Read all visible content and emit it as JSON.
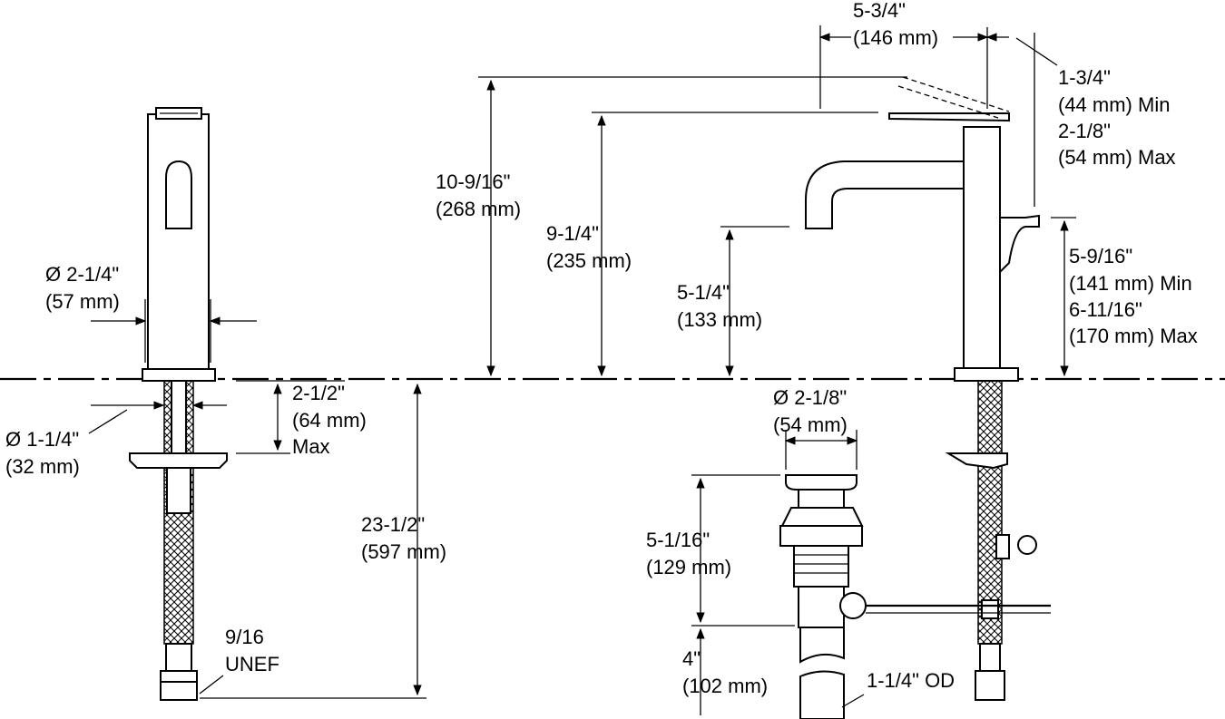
{
  "labels": {
    "spout_reach": [
      "5-3/4\"",
      "(146 mm)"
    ],
    "handle_clearance": [
      "1-3/4\"",
      "(44 mm) Min",
      "2-1/8\"",
      "(54 mm) Max"
    ],
    "overall_height": [
      "10-9/16\"",
      "(268 mm)"
    ],
    "spout_height": [
      "9-1/4\"",
      "(235 mm)"
    ],
    "spout_outlet_height": [
      "5-1/4\"",
      "(133 mm)"
    ],
    "handle_height": [
      "5-9/16\"",
      "(141 mm) Min",
      "6-11/16\"",
      "(170 mm) Max"
    ],
    "base_diameter": [
      "Ø 2-1/4\"",
      "(57 mm)"
    ],
    "shank_diameter": [
      "Ø 1-1/4\"",
      "(32 mm)"
    ],
    "deck_thickness": [
      "2-1/2\"",
      "(64 mm)",
      "Max"
    ],
    "supply_length": [
      "23-1/2\"",
      "(597 mm)"
    ],
    "thread": [
      "9/16",
      "UNEF"
    ],
    "drain_diameter": [
      "Ø 2-1/8\"",
      "(54 mm)"
    ],
    "drain_height": [
      "5-1/16\"",
      "(129 mm)"
    ],
    "tailpiece_length": [
      "4\"",
      "(102 mm)"
    ],
    "tailpiece_od": [
      "1-1/4\" OD"
    ]
  }
}
